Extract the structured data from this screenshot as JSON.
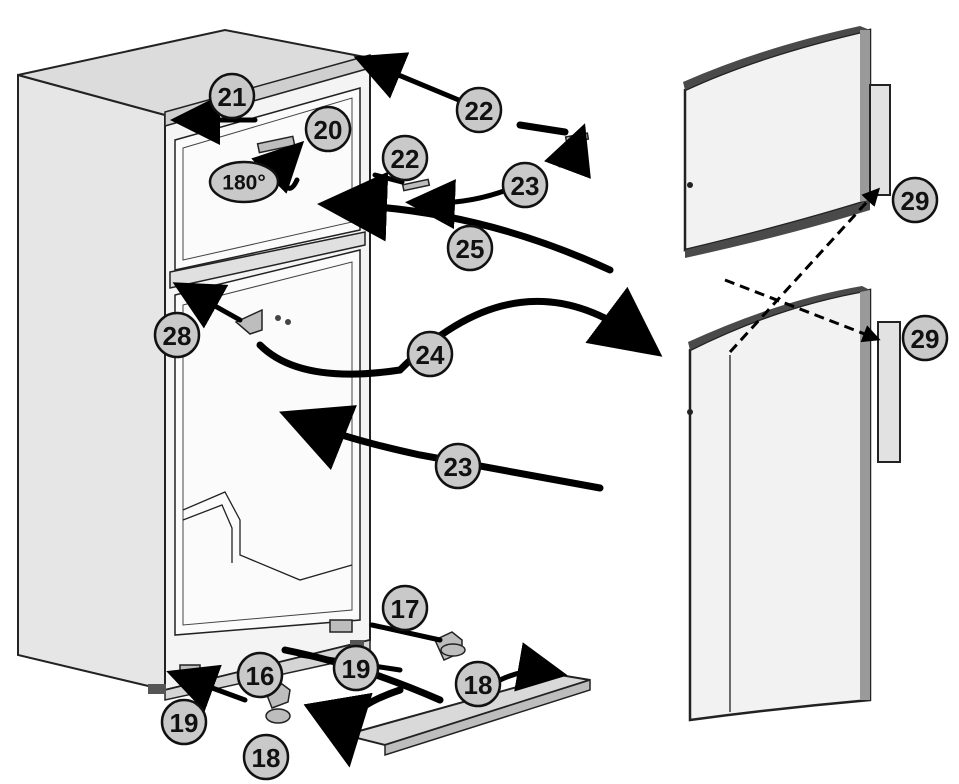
{
  "callouts": [
    {
      "id": "c21",
      "label": "21"
    },
    {
      "id": "c22a",
      "label": "22"
    },
    {
      "id": "c20",
      "label": "20"
    },
    {
      "id": "c22b",
      "label": "22"
    },
    {
      "id": "c23a",
      "label": "23"
    },
    {
      "id": "c25",
      "label": "25"
    },
    {
      "id": "c28",
      "label": "28"
    },
    {
      "id": "c24",
      "label": "24"
    },
    {
      "id": "c23b",
      "label": "23"
    },
    {
      "id": "c17",
      "label": "17"
    },
    {
      "id": "c16",
      "label": "16"
    },
    {
      "id": "c19a",
      "label": "19"
    },
    {
      "id": "c18a",
      "label": "18"
    },
    {
      "id": "c19b",
      "label": "19"
    },
    {
      "id": "c18b",
      "label": "18"
    },
    {
      "id": "c29a",
      "label": "29"
    },
    {
      "id": "c29b",
      "label": "29"
    }
  ],
  "rotation_label": "180°"
}
